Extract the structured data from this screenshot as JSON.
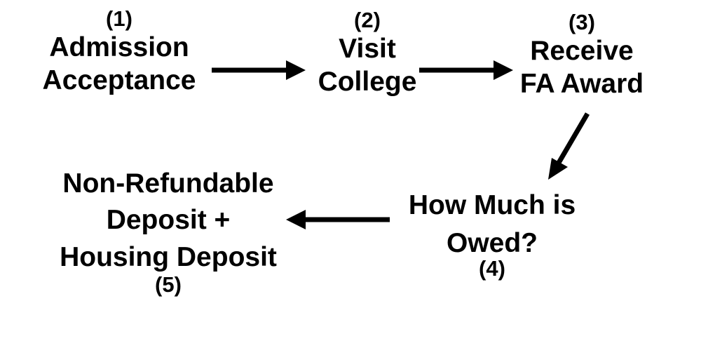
{
  "steps": [
    {
      "id": "admission-acceptance",
      "number": "(1)",
      "lines": [
        "Admission",
        "Acceptance"
      ]
    },
    {
      "id": "visit-college",
      "number": "(2)",
      "lines": [
        "Visit",
        "College"
      ]
    },
    {
      "id": "receive-fa-award",
      "number": "(3)",
      "lines": [
        "Receive",
        "FA Award"
      ]
    },
    {
      "id": "how-much-owed",
      "number": "(4)",
      "lines": [
        "How Much is",
        "Owed?"
      ]
    },
    {
      "id": "deposits",
      "number": "(5)",
      "lines": [
        "Non-Refundable",
        "Deposit +",
        "Housing Deposit"
      ]
    }
  ],
  "arrows": [
    {
      "from": "(1)",
      "to": "(2)"
    },
    {
      "from": "(2)",
      "to": "(3)"
    },
    {
      "from": "(3)",
      "to": "(4)"
    },
    {
      "from": "(4)",
      "to": "(5)"
    }
  ],
  "colors": {
    "text": "#000000",
    "arrow": "#000000",
    "background": "#ffffff"
  }
}
